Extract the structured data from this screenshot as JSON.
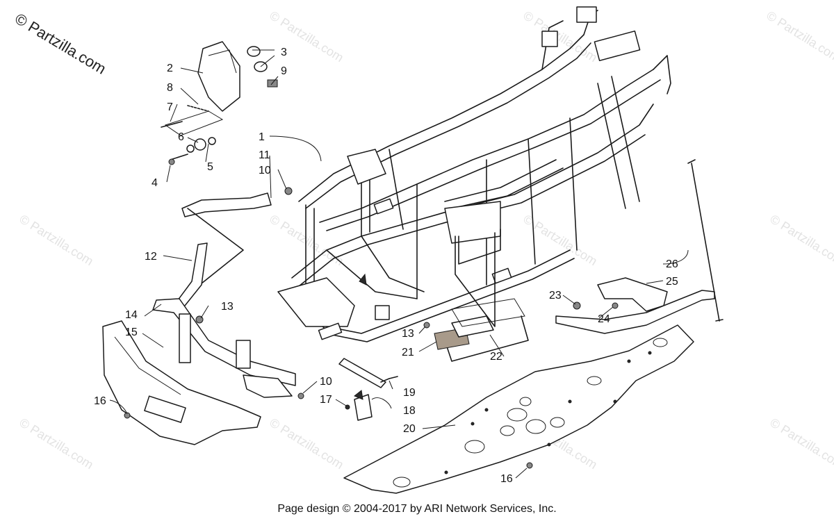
{
  "watermark": {
    "text": "© Partzilla.com"
  },
  "brand": {
    "text": "© Partzilla.com"
  },
  "footer": {
    "text": "Page design © 2004-2017 by ARI Network Services, Inc."
  },
  "callouts": [
    {
      "id": "c3",
      "label": "3"
    },
    {
      "id": "c2",
      "label": "2"
    },
    {
      "id": "c9",
      "label": "9"
    },
    {
      "id": "c8",
      "label": "8"
    },
    {
      "id": "c7",
      "label": "7"
    },
    {
      "id": "c6",
      "label": "6"
    },
    {
      "id": "c5",
      "label": "5"
    },
    {
      "id": "c4",
      "label": "4"
    },
    {
      "id": "c1",
      "label": "1"
    },
    {
      "id": "c11",
      "label": "11"
    },
    {
      "id": "c10a",
      "label": "10"
    },
    {
      "id": "c12",
      "label": "12"
    },
    {
      "id": "c13a",
      "label": "13"
    },
    {
      "id": "c14",
      "label": "14"
    },
    {
      "id": "c15",
      "label": "15"
    },
    {
      "id": "c16a",
      "label": "16"
    },
    {
      "id": "c10b",
      "label": "10"
    },
    {
      "id": "c17",
      "label": "17"
    },
    {
      "id": "c19",
      "label": "19"
    },
    {
      "id": "c18",
      "label": "18"
    },
    {
      "id": "c20",
      "label": "20"
    },
    {
      "id": "c13b",
      "label": "13"
    },
    {
      "id": "c21",
      "label": "21"
    },
    {
      "id": "c22",
      "label": "22"
    },
    {
      "id": "c16b",
      "label": "16"
    },
    {
      "id": "c23",
      "label": "23"
    },
    {
      "id": "c24",
      "label": "24"
    },
    {
      "id": "c26",
      "label": "26"
    },
    {
      "id": "c25",
      "label": "25"
    }
  ]
}
